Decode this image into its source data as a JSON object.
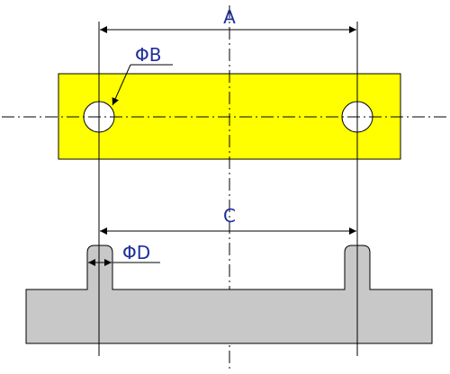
{
  "labels": {
    "dim_a": "A",
    "dim_b": "ΦB",
    "dim_c": "C",
    "dim_d": "ΦD"
  },
  "colors": {
    "plate_fill": "#ffff00",
    "base_fill": "#c8c8c8",
    "outline": "#000000",
    "dimension_text": "#1f2f9a"
  }
}
